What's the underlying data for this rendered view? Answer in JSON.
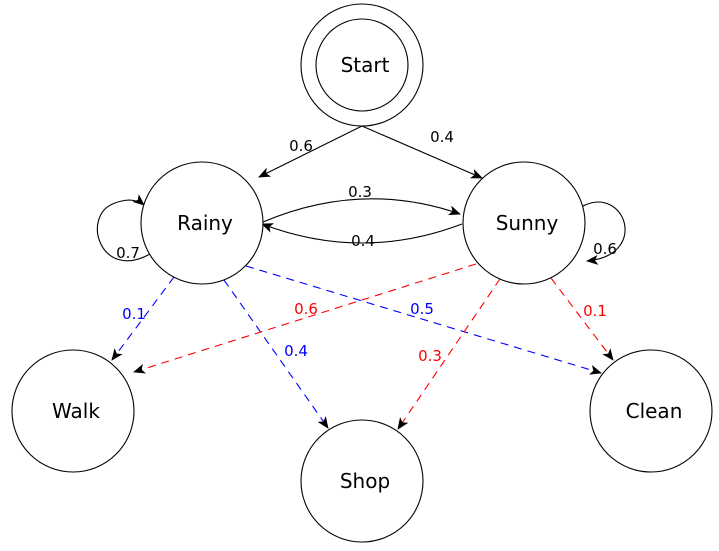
{
  "diagram": {
    "type": "hidden-markov-model",
    "nodes": [
      {
        "id": "start",
        "label": "Start",
        "kind": "initial"
      },
      {
        "id": "rainy",
        "label": "Rainy",
        "kind": "hidden"
      },
      {
        "id": "sunny",
        "label": "Sunny",
        "kind": "hidden"
      },
      {
        "id": "walk",
        "label": "Walk",
        "kind": "observation"
      },
      {
        "id": "shop",
        "label": "Shop",
        "kind": "observation"
      },
      {
        "id": "clean",
        "label": "Clean",
        "kind": "observation"
      }
    ],
    "edges": [
      {
        "from": "start",
        "to": "rainy",
        "label": "0.6",
        "style": "solid",
        "color": "#000000"
      },
      {
        "from": "start",
        "to": "sunny",
        "label": "0.4",
        "style": "solid",
        "color": "#000000"
      },
      {
        "from": "rainy",
        "to": "sunny",
        "label": "0.3",
        "style": "solid",
        "color": "#000000"
      },
      {
        "from": "sunny",
        "to": "rainy",
        "label": "0.4",
        "style": "solid",
        "color": "#000000"
      },
      {
        "from": "rainy",
        "to": "rainy",
        "label": "0.7",
        "style": "solid",
        "color": "#000000"
      },
      {
        "from": "sunny",
        "to": "sunny",
        "label": "0.6",
        "style": "solid",
        "color": "#000000"
      },
      {
        "from": "rainy",
        "to": "walk",
        "label": "0.1",
        "style": "dashed",
        "color": "#0000ff"
      },
      {
        "from": "rainy",
        "to": "shop",
        "label": "0.4",
        "style": "dashed",
        "color": "#0000ff"
      },
      {
        "from": "rainy",
        "to": "clean",
        "label": "0.5",
        "style": "dashed",
        "color": "#0000ff"
      },
      {
        "from": "sunny",
        "to": "walk",
        "label": "0.6",
        "style": "dashed",
        "color": "#ff0000"
      },
      {
        "from": "sunny",
        "to": "shop",
        "label": "0.3",
        "style": "dashed",
        "color": "#ff0000"
      },
      {
        "from": "sunny",
        "to": "clean",
        "label": "0.1",
        "style": "dashed",
        "color": "#ff0000"
      }
    ]
  }
}
